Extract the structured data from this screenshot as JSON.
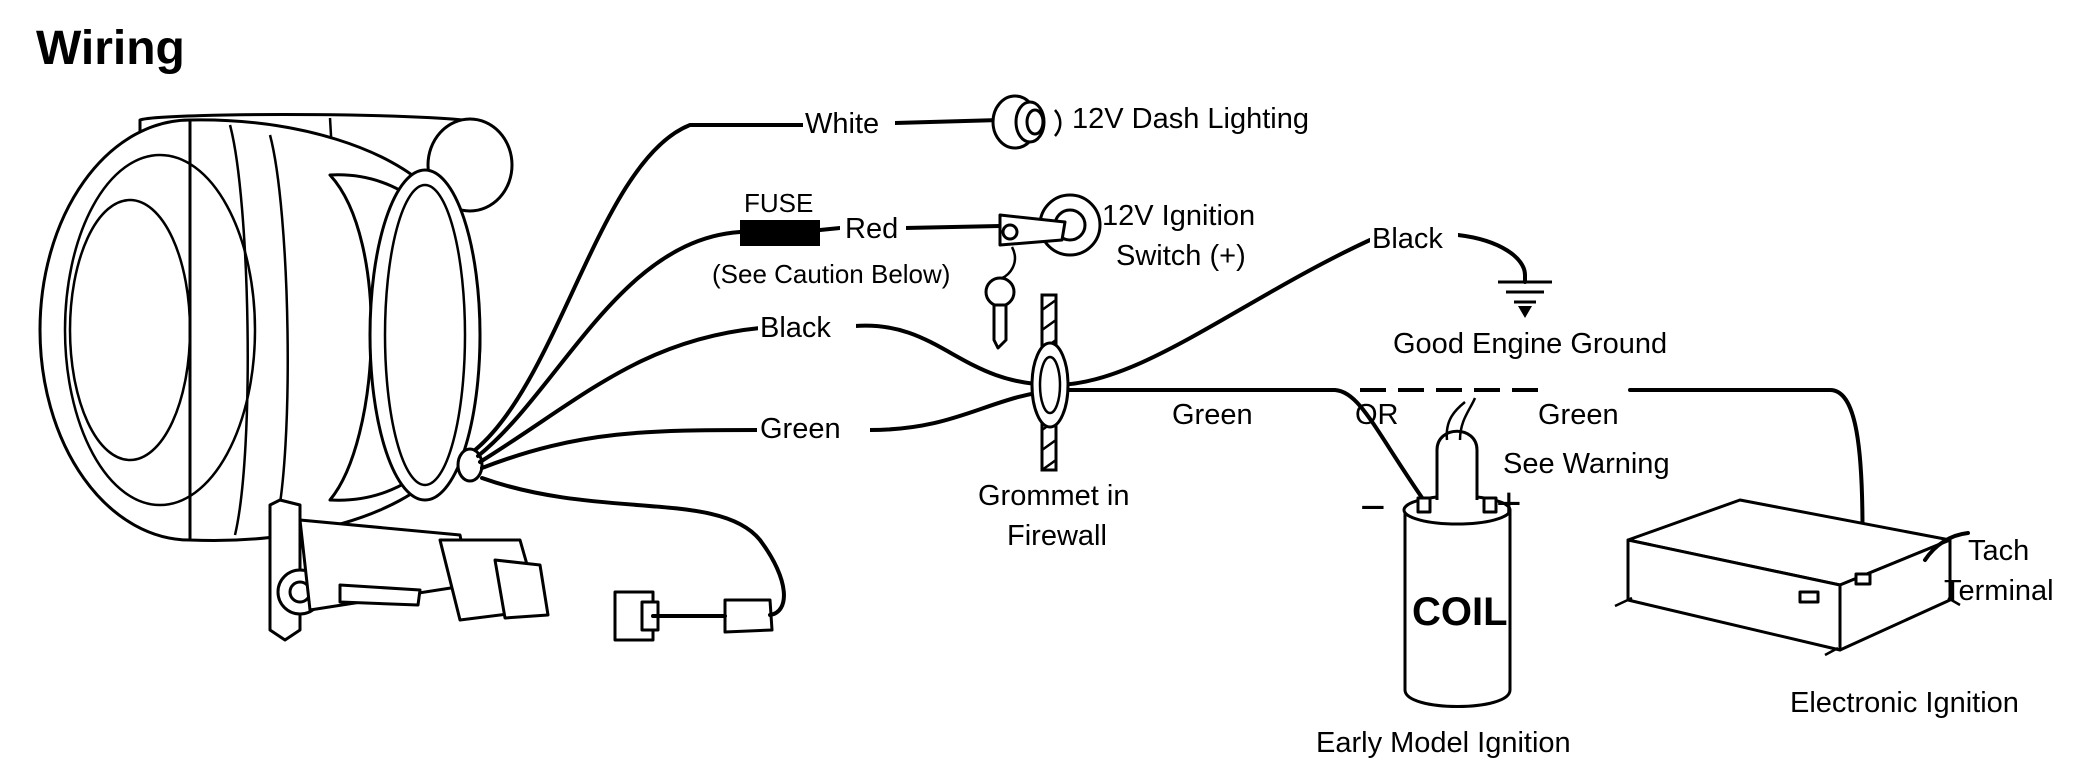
{
  "title": "Wiring",
  "wires": {
    "white": "White",
    "red": "Red",
    "black": "Black",
    "green": "Green",
    "black_ground": "Black",
    "green_right1": "Green",
    "green_right2": "Green"
  },
  "fuse": {
    "label": "FUSE",
    "caution": "(See Caution Below)"
  },
  "dash_lighting": "12V Dash Lighting",
  "ignition_switch": {
    "line1": "12V Ignition",
    "line2": "Switch (+)"
  },
  "ground": "Good Engine Ground",
  "grommet": {
    "line1": "Grommet in",
    "line2": "Firewall"
  },
  "or_label": "OR",
  "warning": "See Warning",
  "coil": {
    "label": "COIL",
    "minus": "−",
    "plus": "+",
    "caption": "Early Model Ignition"
  },
  "tach": {
    "line1": "Tach",
    "line2": "Terminal"
  },
  "electronic_ignition": "Electronic Ignition"
}
